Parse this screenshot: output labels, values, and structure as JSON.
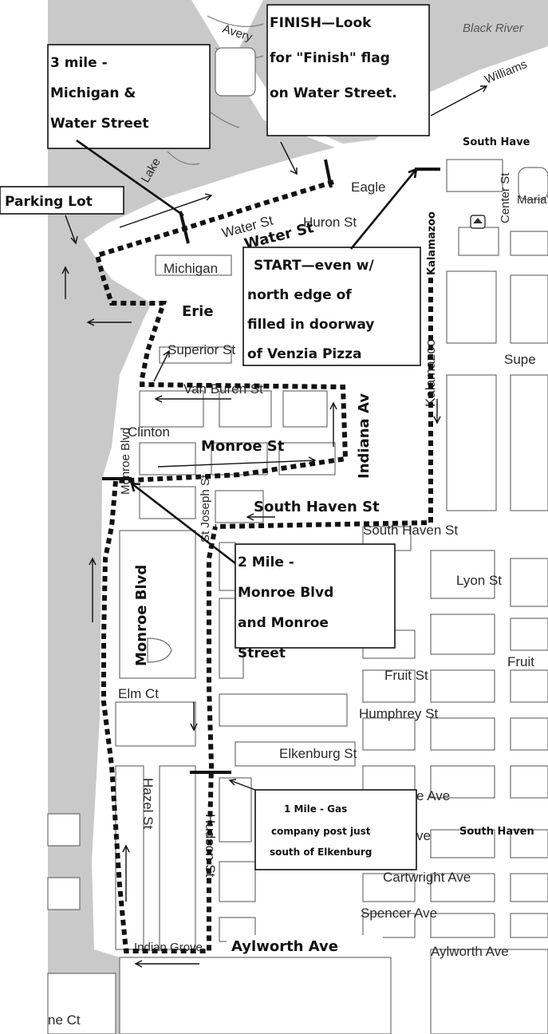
{
  "map": {
    "water_label": "Black River",
    "streets": {
      "avery": "Avery",
      "lake": "Lake",
      "williams": "Williams",
      "south_haven_top": "South Have",
      "eagle": "Eagle",
      "center": "Center St",
      "maria": "Maria's",
      "water_plain": "Water St",
      "huron": "Huron St",
      "michigan": "Michigan",
      "superior": "Superior St",
      "superior_east": "Supe",
      "van_buren": "Van Buren St",
      "clinton": "Clinton",
      "kalamazoo_mid": "Kalamazoo",
      "south_haven_st": "South Haven St",
      "lyon": "Lyon St",
      "fruit": "Fruit St",
      "fruit_east": "Fruit",
      "elm": "Elm Ct",
      "humphrey": "Humphrey St",
      "elkenburg": "Elkenburg St",
      "ave_frag": "e Ave",
      "ave_frag2": "ve",
      "south_haven_right": "South Haven",
      "cartwright": "Cartwright Ave",
      "spencer": "Spencer Ave",
      "aylworth_plain": "Aylworth Ave",
      "indian_grove": "Indian Grove",
      "hazel": "Hazel St",
      "hudson": "Hudson St",
      "st_joseph": "St Joseph St",
      "monroe_blvd_plain": "Monroe Blvd",
      "ne_ct": "ne Ct"
    },
    "bold_labels": {
      "water_st": "Water St",
      "erie": "Erie",
      "monroe_st": "Monroe St",
      "indiana_av": "Indiana Av",
      "south_haven_st": "South Haven St",
      "monroe_blvd": "Monroe Blvd",
      "aylworth_ave": "Aylworth Ave",
      "kalamazoo": "Kalamazoo"
    }
  },
  "callouts": {
    "finish": [
      "FINISH—Look",
      "for \"Finish\" flag",
      "on Water Street."
    ],
    "mile3": [
      "3 mile -",
      "Michigan &",
      "Water Street"
    ],
    "parking": "Parking Lot",
    "start": [
      "START—even w/",
      "north edge of",
      "filled in doorway",
      "of Venzia Pizza"
    ],
    "mile2": [
      "2 Mile -",
      "Monroe Blvd",
      "and Monroe",
      "Street"
    ],
    "mile1": [
      "1 Mile - Gas",
      "company post just",
      "south of Elkenburg"
    ]
  },
  "colors": {
    "lake": "#c9c9c9",
    "route": "#111111",
    "road": "#7a7a7a"
  }
}
